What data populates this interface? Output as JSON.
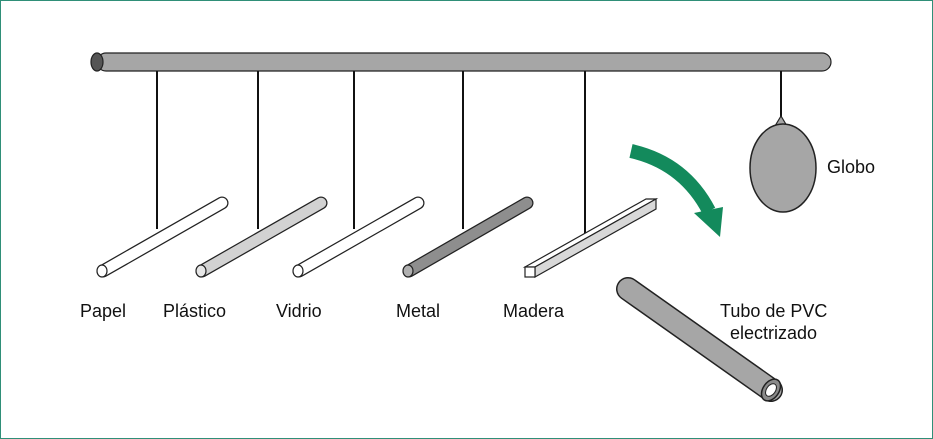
{
  "labels": {
    "paper": "Papel",
    "plastic": "Plástico",
    "glass": "Vidrio",
    "metal": "Metal",
    "wood": "Madera",
    "balloon": "Globo",
    "pvc_line1": "Tubo de PVC",
    "pvc_line2": "electrizado"
  },
  "colors": {
    "border": "#2f8f78",
    "bar": "#a6a6a6",
    "arrow": "#138a5c",
    "rod_light": "#d2d2d2",
    "rod_metal": "#8e8e8e",
    "rod_white": "#ffffff"
  }
}
